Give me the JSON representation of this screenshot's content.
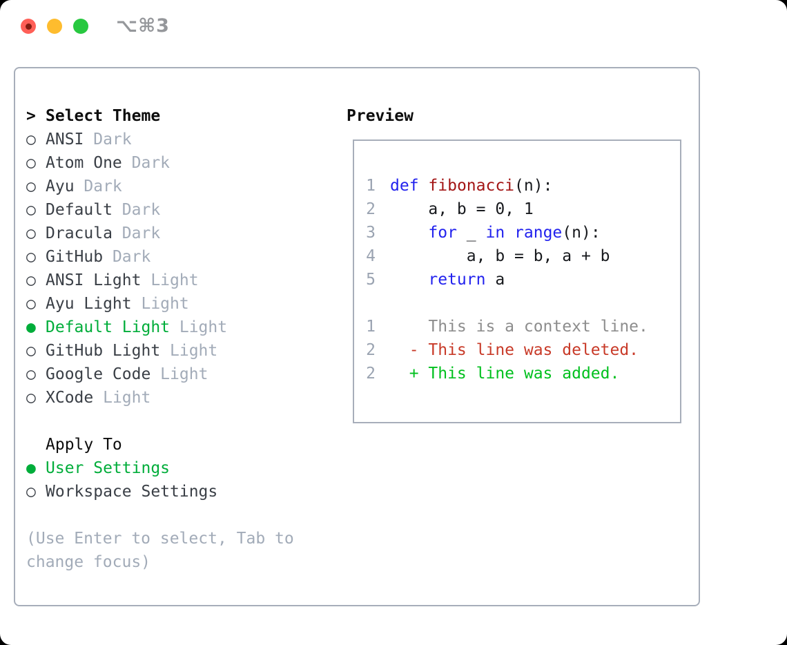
{
  "titlebar": {
    "shortcut": "⌥⌘3"
  },
  "theme_menu": {
    "prompt": ">",
    "title": "Select Theme",
    "bullet_unselected": "○",
    "bullet_selected": "●",
    "items": [
      {
        "name": "ANSI",
        "variant": "Dark",
        "selected": false
      },
      {
        "name": "Atom One",
        "variant": "Dark",
        "selected": false
      },
      {
        "name": "Ayu",
        "variant": "Dark",
        "selected": false
      },
      {
        "name": "Default",
        "variant": "Dark",
        "selected": false
      },
      {
        "name": "Dracula",
        "variant": "Dark",
        "selected": false
      },
      {
        "name": "GitHub",
        "variant": "Dark",
        "selected": false
      },
      {
        "name": "ANSI Light",
        "variant": "Light",
        "selected": false
      },
      {
        "name": "Ayu Light",
        "variant": "Light",
        "selected": false
      },
      {
        "name": "Default Light",
        "variant": "Light",
        "selected": true
      },
      {
        "name": "GitHub Light",
        "variant": "Light",
        "selected": false
      },
      {
        "name": "Google Code",
        "variant": "Light",
        "selected": false
      },
      {
        "name": "XCode",
        "variant": "Light",
        "selected": false
      }
    ],
    "apply_to": {
      "title": "Apply To",
      "options": [
        {
          "label": "User Settings",
          "selected": true
        },
        {
          "label": "Workspace Settings",
          "selected": false
        }
      ]
    },
    "help_lines": [
      "(Use Enter to select, Tab to",
      "change focus)"
    ]
  },
  "preview": {
    "title": "Preview",
    "code_lines": [
      {
        "num": "1",
        "tokens": [
          {
            "t": "def",
            "c": "kw"
          },
          {
            "t": " ",
            "c": "pl"
          },
          {
            "t": "fibonacci",
            "c": "fn"
          },
          {
            "t": "(n):",
            "c": "pl"
          }
        ]
      },
      {
        "num": "2",
        "tokens": [
          {
            "t": "    a, b = 0, 1",
            "c": "pl"
          }
        ]
      },
      {
        "num": "3",
        "tokens": [
          {
            "t": "    ",
            "c": "pl"
          },
          {
            "t": "for",
            "c": "kw"
          },
          {
            "t": " _ ",
            "c": "pl"
          },
          {
            "t": "in",
            "c": "kw"
          },
          {
            "t": " ",
            "c": "pl"
          },
          {
            "t": "range",
            "c": "kw"
          },
          {
            "t": "(n):",
            "c": "pl"
          }
        ]
      },
      {
        "num": "4",
        "tokens": [
          {
            "t": "        a, b = b, a + b",
            "c": "pl"
          }
        ]
      },
      {
        "num": "5",
        "tokens": [
          {
            "t": "    ",
            "c": "pl"
          },
          {
            "t": "return",
            "c": "kw"
          },
          {
            "t": " a",
            "c": "pl"
          }
        ]
      }
    ],
    "diff_lines": [
      {
        "num": "1",
        "text": "    This is a context line.",
        "type": "context"
      },
      {
        "num": "2",
        "text": "  - This line was deleted.",
        "type": "deleted"
      },
      {
        "num": "2",
        "text": "  + This line was added.",
        "type": "added"
      }
    ]
  },
  "colors": {
    "accent_green": "#00ad3a",
    "added_green": "#00c01e",
    "deleted_red": "#c83a28",
    "keyword_blue": "#2222ee",
    "function_red": "#a31515",
    "code_black": "#17191d",
    "gutter_gray": "#9aa3b1",
    "context_gray": "#8d8d8d",
    "muted_gray": "#a2abb8",
    "item_gray": "#3a3f46",
    "heading_black": "#0d0d0d",
    "border_gray": "#a7aeba",
    "light_red": "#ff5f57",
    "red_dot": "#841d12",
    "light_yellow": "#febc2e",
    "light_green": "#28c840",
    "shortcut_gray": "#95979b"
  }
}
